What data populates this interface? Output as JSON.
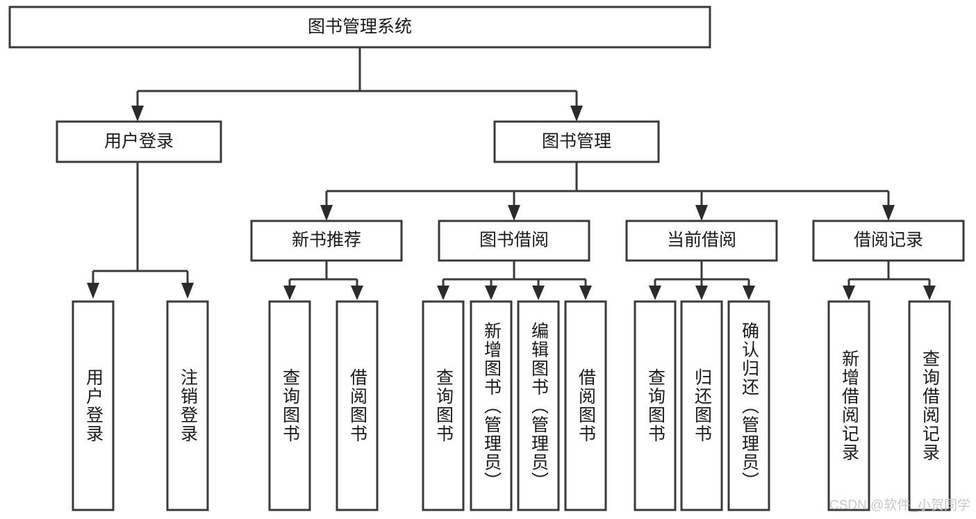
{
  "diagram": {
    "type": "tree",
    "title_text": "图书管理系统",
    "watermark": "CSDN @软件_小贺同学",
    "colors": {
      "stroke": "#3a3a3a",
      "fill": "#ffffff",
      "text": "#1a1a1a",
      "watermark": "#c9c9c9"
    },
    "root": {
      "label": "图书管理系统"
    },
    "level1": [
      {
        "label": "用户登录"
      },
      {
        "label": "图书管理"
      }
    ],
    "level2": [
      {
        "label": "新书推荐"
      },
      {
        "label": "图书借阅"
      },
      {
        "label": "当前借阅"
      },
      {
        "label": "借阅记录"
      }
    ],
    "leaves": {
      "user_login": [
        {
          "label": "用户登录"
        },
        {
          "label": "注销登录"
        }
      ],
      "new_book_recommend": [
        {
          "label": "查询图书"
        },
        {
          "label": "借阅图书"
        }
      ],
      "book_borrow": [
        {
          "label": "查询图书"
        },
        {
          "label": "新增图书（管理员）"
        },
        {
          "label": "编辑图书（管理员）"
        },
        {
          "label": "借阅图书"
        }
      ],
      "current_borrow": [
        {
          "label": "查询图书"
        },
        {
          "label": "归还图书"
        },
        {
          "label": "确认归还（管理员）"
        }
      ],
      "borrow_record": [
        {
          "label": "新增借阅记录"
        },
        {
          "label": "查询借阅记录"
        }
      ]
    }
  }
}
